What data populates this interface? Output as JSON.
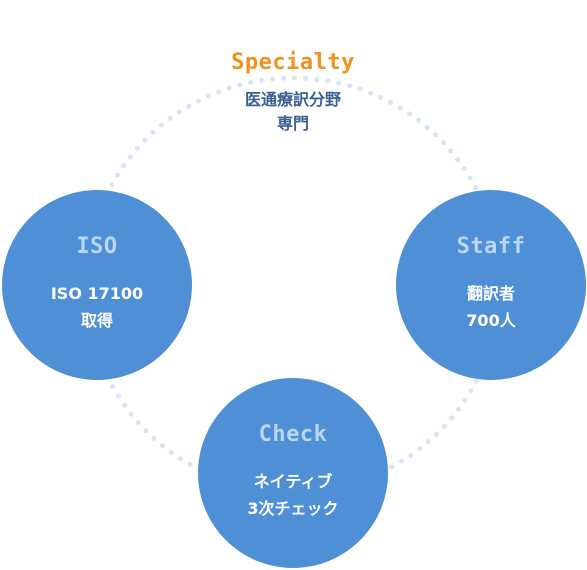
{
  "colors": {
    "circle": "#4e8fd6",
    "circle_title": "#b9d6f5",
    "accent": "#f0921d",
    "dark_blue": "#3a5f94",
    "ring": "#d5e6f6"
  },
  "nodes": {
    "specialty": {
      "title": "Specialty",
      "desc": "医通療訳分野\n専門"
    },
    "iso": {
      "title": "ISO",
      "desc": "ISO 17100\n取得"
    },
    "staff": {
      "title": "Staff",
      "desc": "翻訳者\n700人"
    },
    "check": {
      "title": "Check",
      "desc": "ネイティブ\n3次チェック"
    }
  }
}
